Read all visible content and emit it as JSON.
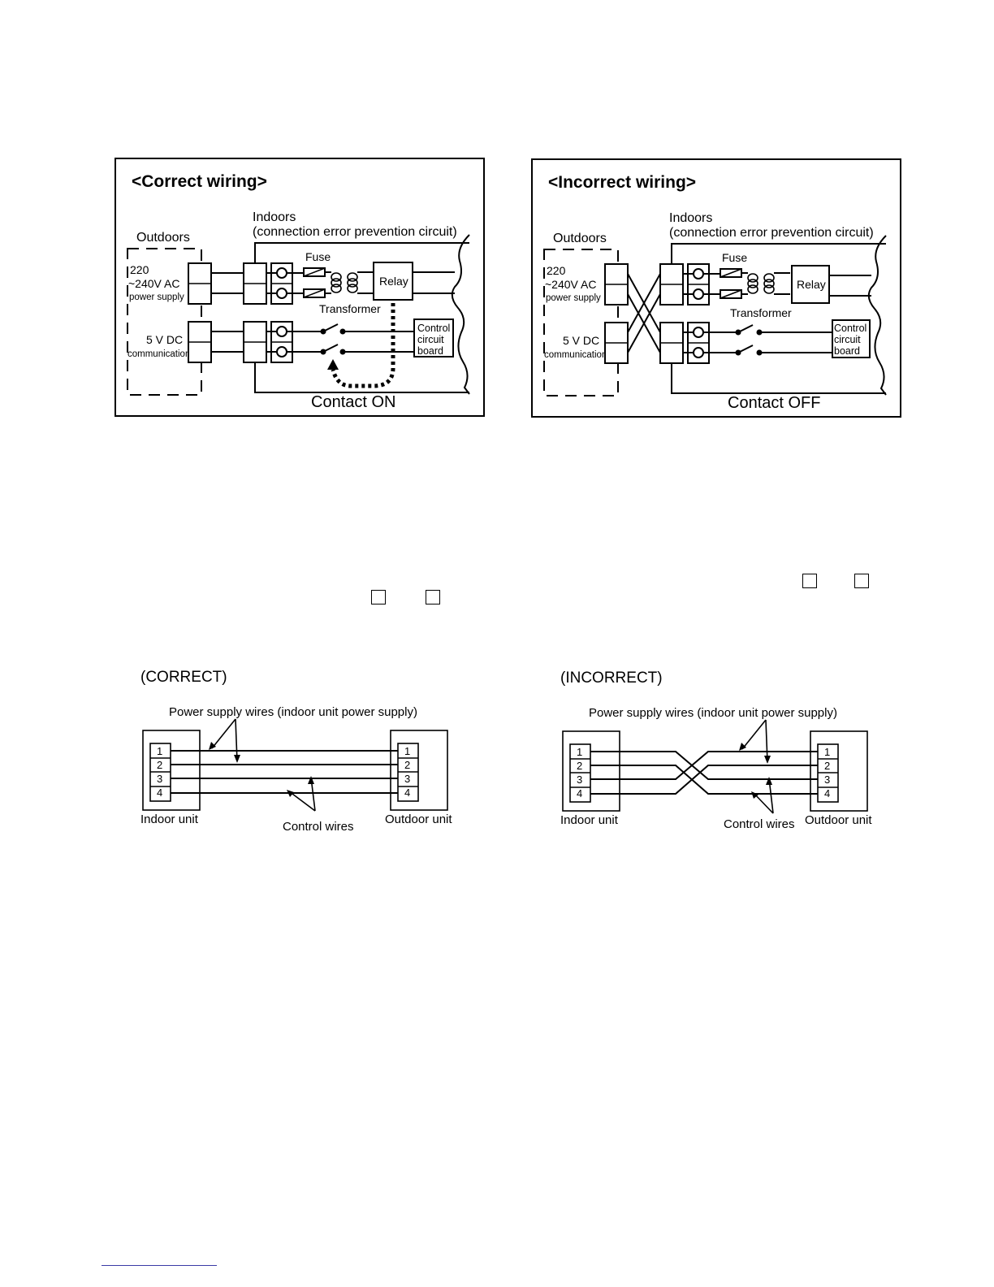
{
  "correct_wiring": {
    "title": "<Correct wiring>",
    "outdoors": "Outdoors",
    "indoors": "Indoors",
    "indoors_sub": "(connection error prevention circuit)",
    "power_220": "220",
    "power_240": "~240V AC",
    "power_supply": "power supply",
    "dc_5v": "5 V DC",
    "communication": "communication",
    "fuse": "Fuse",
    "relay": "Relay",
    "transformer": "Transformer",
    "control_1": "Control",
    "control_2": "circuit",
    "control_3": "board",
    "contact": "Contact ON"
  },
  "incorrect_wiring": {
    "title": "<Incorrect wiring>",
    "outdoors": "Outdoors",
    "indoors": "Indoors",
    "indoors_sub": "(connection error prevention circuit)",
    "power_220": "220",
    "power_240": "~240V AC",
    "power_supply": "power supply",
    "dc_5v": "5 V DC",
    "communication": "communication",
    "fuse": "Fuse",
    "relay": "Relay",
    "transformer": "Transformer",
    "control_1": "Control",
    "control_2": "circuit",
    "control_3": "board",
    "contact": "Contact OFF"
  },
  "correct_terminals": {
    "heading": "(CORRECT)",
    "power_wires": "Power supply wires (indoor unit power supply)",
    "control_wires": "Control wires",
    "indoor_unit": "Indoor unit",
    "outdoor_unit": "Outdoor unit",
    "t1": "1",
    "t2": "2",
    "t3": "3",
    "t4": "4"
  },
  "incorrect_terminals": {
    "heading": "(INCORRECT)",
    "power_wires": "Power supply wires (indoor unit power supply)",
    "control_wires": "Control wires",
    "indoor_unit": "Indoor unit",
    "outdoor_unit": "Outdoor unit",
    "t1": "1",
    "t2": "2",
    "t3": "3",
    "t4": "4"
  }
}
